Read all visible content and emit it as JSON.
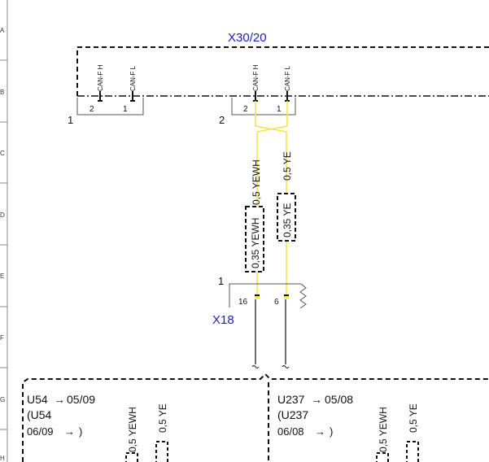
{
  "row_letters": [
    "A",
    "B",
    "C",
    "D",
    "E",
    "F",
    "G",
    "H"
  ],
  "connector_top": {
    "title": "X30/20",
    "left_group": {
      "ref": "1",
      "pins": [
        {
          "num": "2",
          "signal": "CAN-F H"
        },
        {
          "num": "1",
          "signal": "CAN-F L"
        }
      ]
    },
    "right_group": {
      "ref": "2",
      "pins": [
        {
          "num": "2",
          "signal": "CAN-F H"
        },
        {
          "num": "1",
          "signal": "CAN-F L"
        }
      ]
    }
  },
  "wires_upper": {
    "left": "0,5 YEWH",
    "right": "0,5 YE"
  },
  "wires_boxed": {
    "left": "0,35 YEWH",
    "right": "0,35 YE"
  },
  "connector_bottom": {
    "title": "X18",
    "ref": "1",
    "pins": [
      "16",
      "6"
    ]
  },
  "sections": [
    {
      "title": "U54",
      "arrow_date": "05/09",
      "sub_open": "(U54",
      "sub_date": "06/09",
      "sub_close": ")",
      "wire_left": "0,5 YEWH",
      "wire_right": "0,5 YE"
    },
    {
      "title": "U237",
      "arrow_date": "05/08",
      "sub_open": "(U237",
      "sub_date": "06/08",
      "sub_close": ")",
      "wire_left": "0,5 YEWH",
      "wire_right": "0,5 YE"
    }
  ],
  "colors": {
    "can_wire": "#f5e642",
    "ground_wire": "#111111",
    "title_blue": "#1a1ad6",
    "frame": "#111111"
  }
}
